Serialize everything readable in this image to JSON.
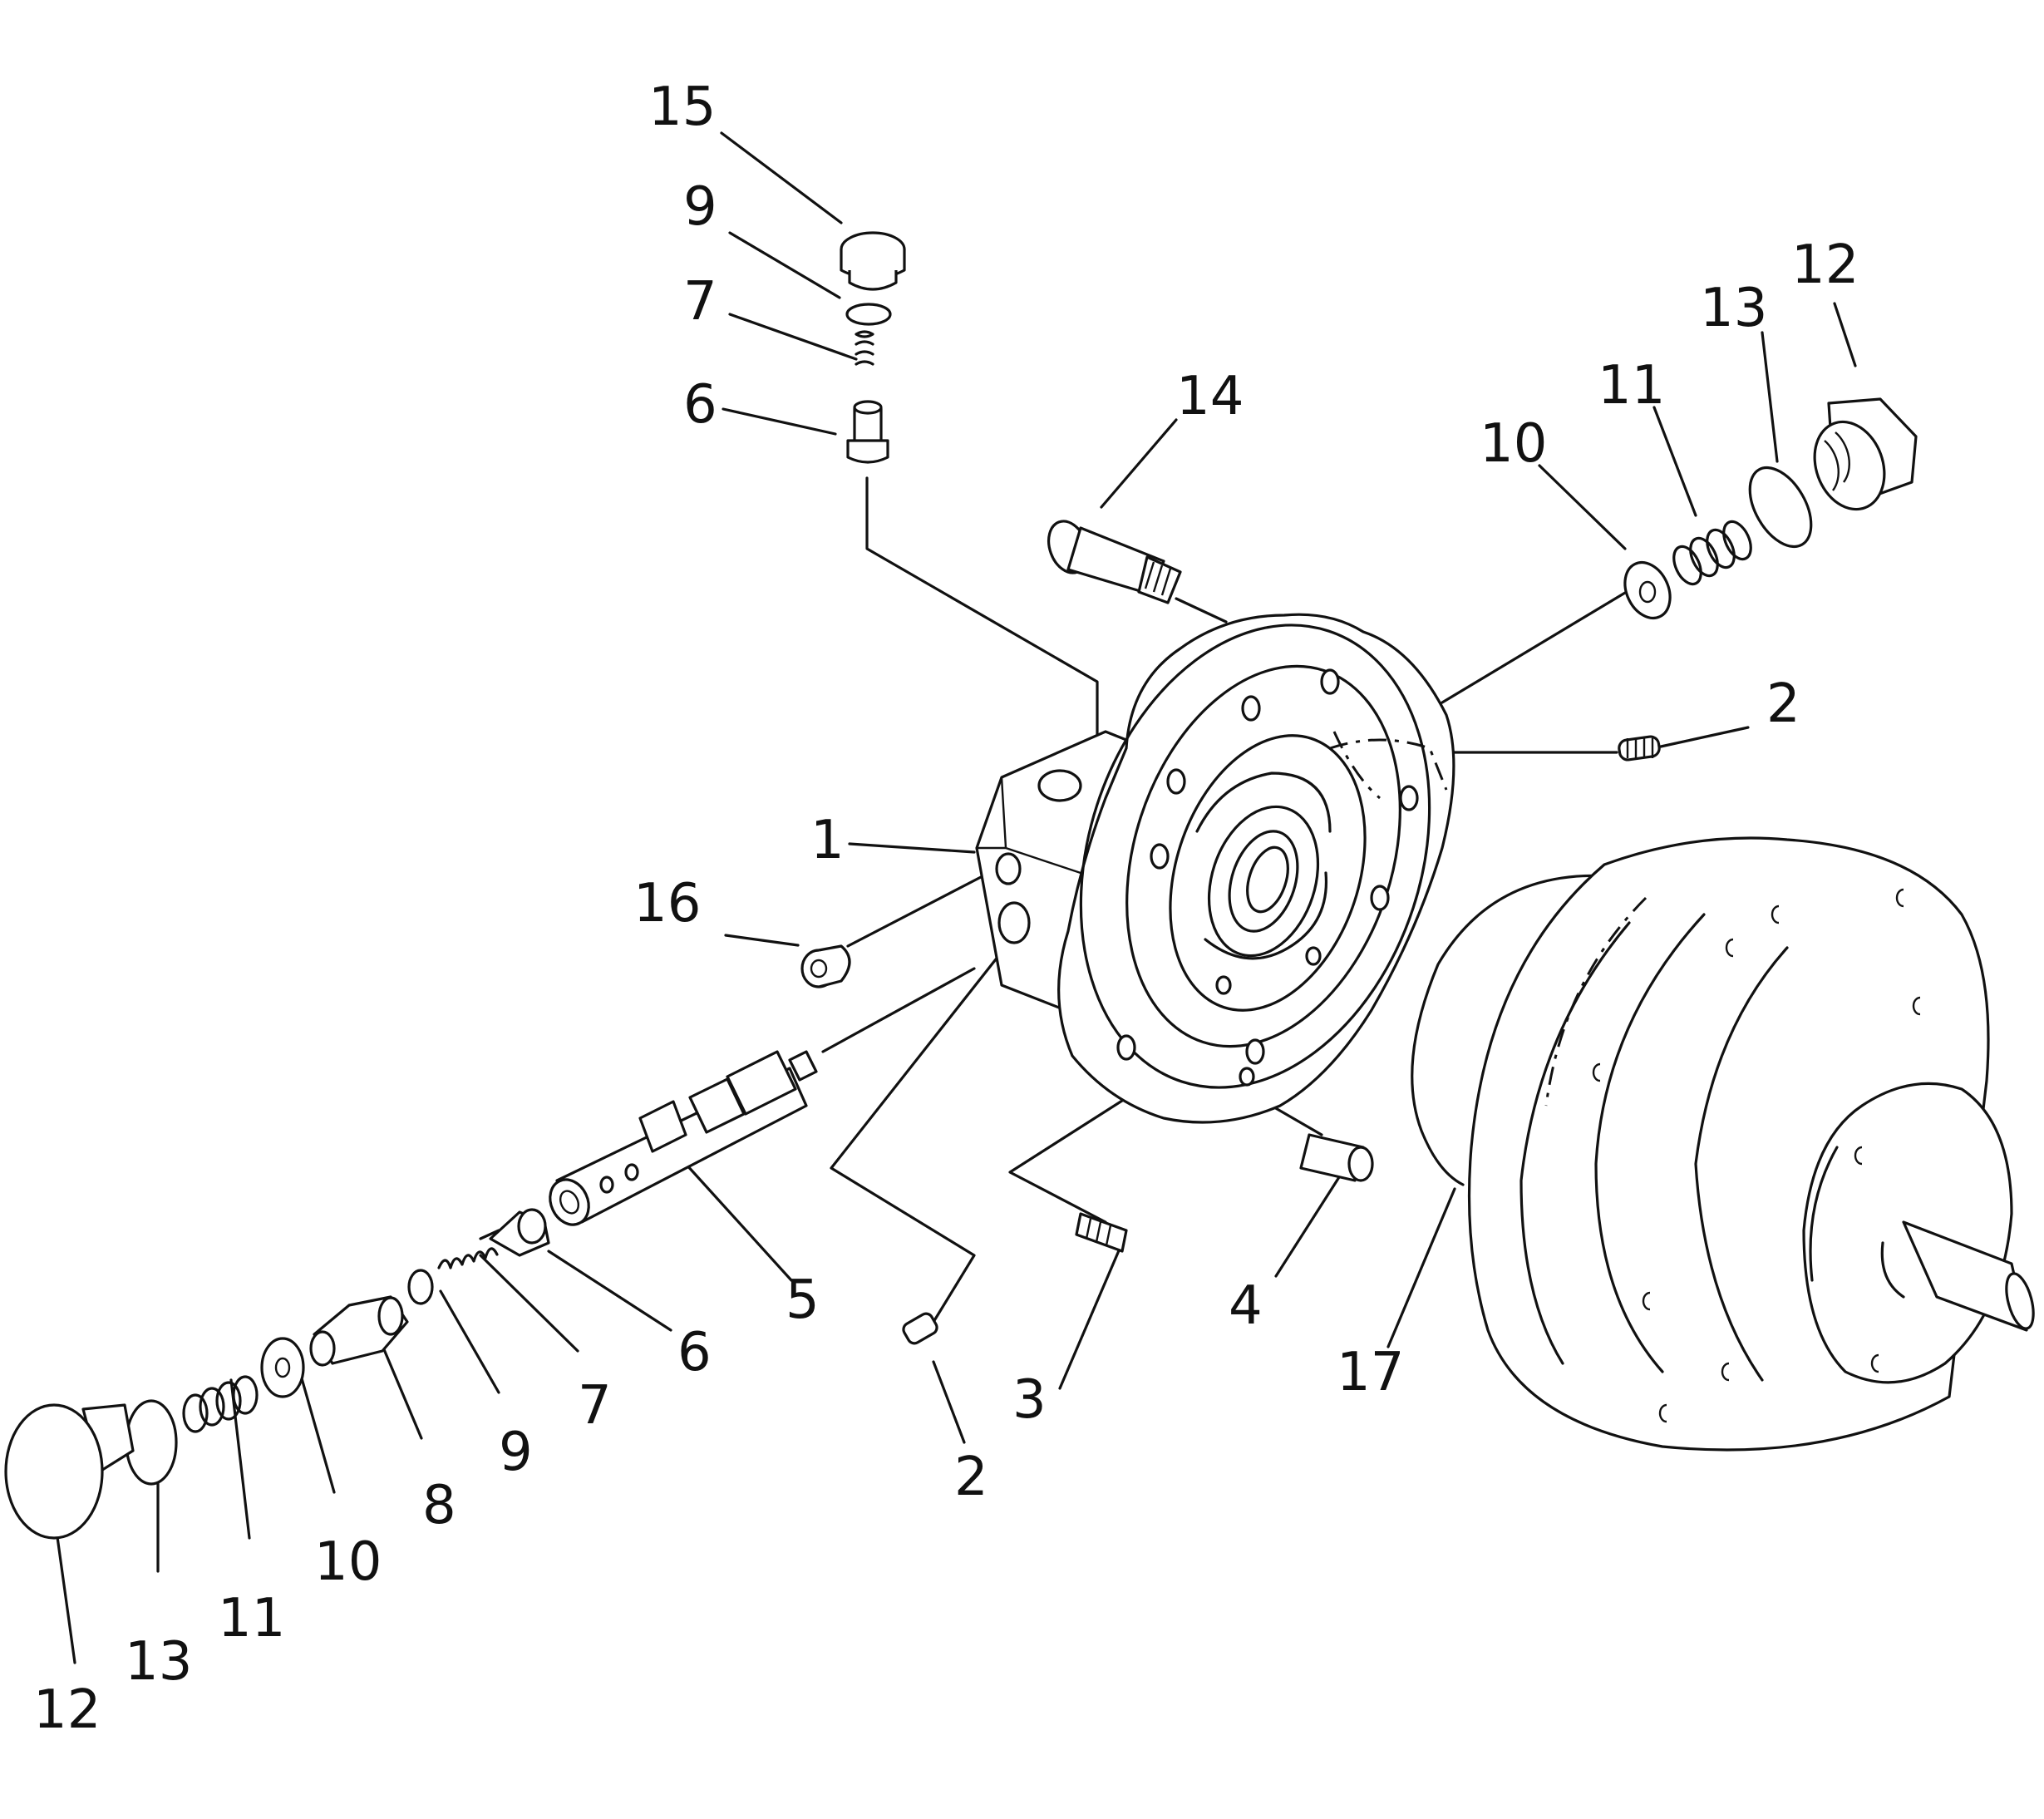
{
  "diagram": {
    "type": "exploded-parts-diagram",
    "callouts": [
      {
        "id": "c15",
        "text": "15"
      },
      {
        "id": "c9a",
        "text": "9"
      },
      {
        "id": "c7a",
        "text": "7"
      },
      {
        "id": "c6a",
        "text": "6"
      },
      {
        "id": "c14",
        "text": "14"
      },
      {
        "id": "c12a",
        "text": "12"
      },
      {
        "id": "c13a",
        "text": "13"
      },
      {
        "id": "c11a",
        "text": "11"
      },
      {
        "id": "c10a",
        "text": "10"
      },
      {
        "id": "c2a",
        "text": "2"
      },
      {
        "id": "c1",
        "text": "1"
      },
      {
        "id": "c16",
        "text": "16"
      },
      {
        "id": "c5",
        "text": "5"
      },
      {
        "id": "c6b",
        "text": "6"
      },
      {
        "id": "c7b",
        "text": "7"
      },
      {
        "id": "c9b",
        "text": "9"
      },
      {
        "id": "c8",
        "text": "8"
      },
      {
        "id": "c10b",
        "text": "10"
      },
      {
        "id": "c11b",
        "text": "11"
      },
      {
        "id": "c13b",
        "text": "13"
      },
      {
        "id": "c12b",
        "text": "12"
      },
      {
        "id": "c2b",
        "text": "2"
      },
      {
        "id": "c3",
        "text": "3"
      },
      {
        "id": "c4",
        "text": "4"
      },
      {
        "id": "c17",
        "text": "17"
      }
    ]
  }
}
